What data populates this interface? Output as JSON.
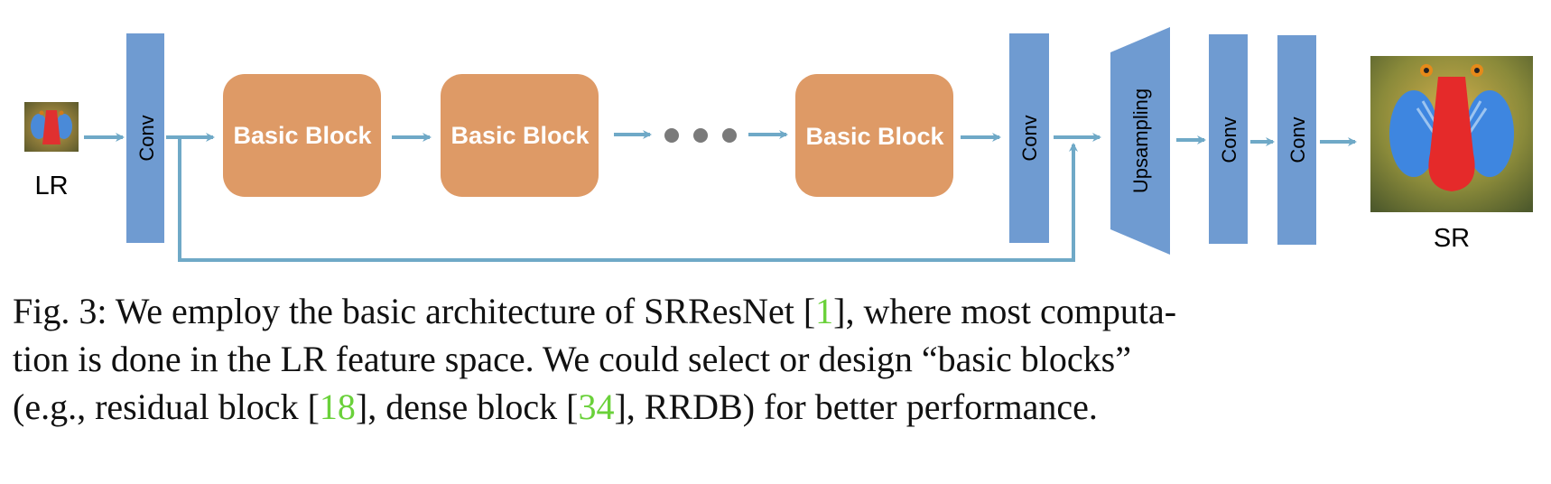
{
  "diagram": {
    "input_label": "LR",
    "output_label": "SR",
    "conv_label": "Conv",
    "basic_block_label": "Basic Block",
    "upsampling_label": "Upsampling"
  },
  "colors": {
    "block_blue": "#6f9bd1",
    "basic_block_orange": "#de9a66",
    "arrow": "#6fa9c7",
    "citation_green": "#6ad13a"
  },
  "icons": [
    "mandrill-lr-thumbnail",
    "mandrill-sr-image",
    "ellipsis-dots"
  ],
  "caption": {
    "line1_a": "Fig. 3: We employ the basic architecture of SRResNet [",
    "ref1": "1",
    "line1_b": "], where most computa-",
    "line2": "tion is done in the LR feature space. We could select or design “basic blocks”",
    "line3_a": "(e.g., residual block [",
    "ref2": "18",
    "line3_b": "], dense block [",
    "ref3": "34",
    "line3_c": "], RRDB) for better performance."
  }
}
